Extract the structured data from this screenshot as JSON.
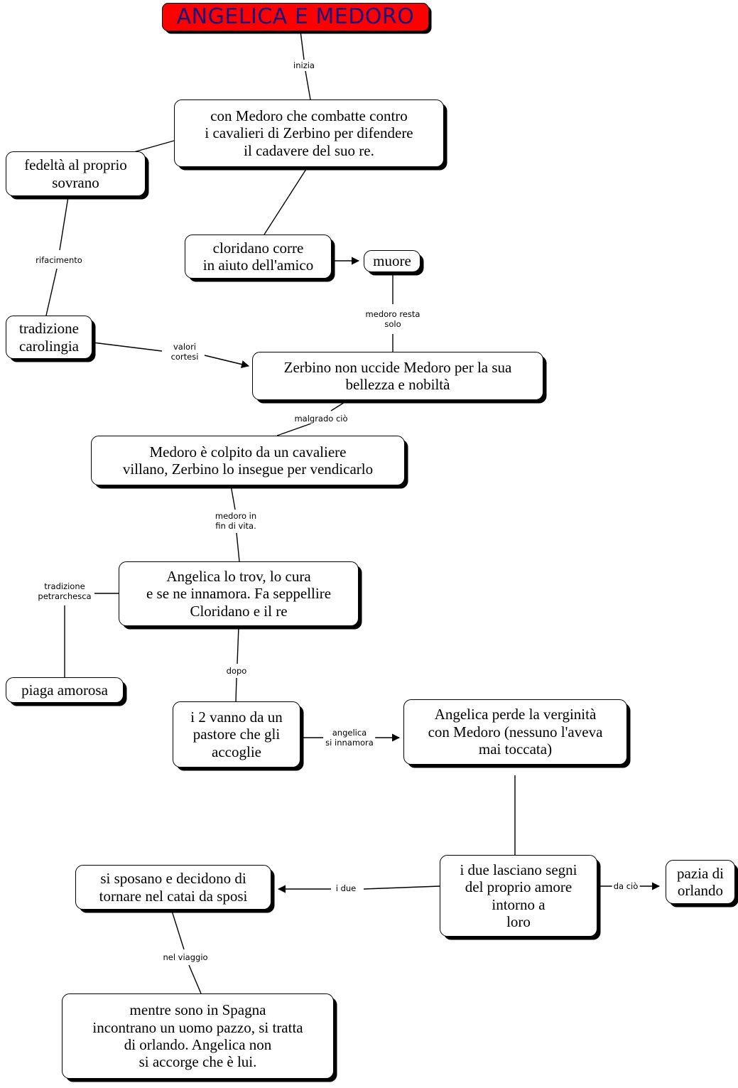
{
  "document": {
    "kind": "concept-map",
    "title": "ANGELICA E MEDORO",
    "background_color": "#ffffff",
    "title_fill_color": "#ff0000",
    "title_text_color": "#15157f",
    "node_border_color": "#000000",
    "node_fill_color": "#ffffff",
    "edge_color": "#000000"
  },
  "nodes": [
    {
      "id": "title",
      "text": "ANGELICA E MEDORO"
    },
    {
      "id": "medoro_combatte",
      "text": "con  Medoro che combatte contro\ni cavalieri di Zerbino per difendere\nil cadavere del suo re."
    },
    {
      "id": "fedelta",
      "text": "fedeltà al proprio\nsovrano"
    },
    {
      "id": "cloridano",
      "text": "cloridano corre\nin aiuto dell'amico"
    },
    {
      "id": "muore",
      "text": "muore"
    },
    {
      "id": "tradizione_car",
      "text": "tradizione\ncarolingia"
    },
    {
      "id": "zerbino_non",
      "text": "Zerbino non uccide Medoro per la sua\nbellezza e nobiltà"
    },
    {
      "id": "medoro_colpito",
      "text": "Medoro è colpito da un cavaliere\nvillano, Zerbino lo insegue per vendicarlo"
    },
    {
      "id": "angelica_cura",
      "text": "Angelica lo trov, lo cura\ne se ne innamora. Fa seppellire\nCloridano e il re"
    },
    {
      "id": "piaga",
      "text": "piaga amorosa"
    },
    {
      "id": "pastore",
      "text": "i 2 vanno da un\npastore che gli\naccoglie"
    },
    {
      "id": "verginita",
      "text": "Angelica perde la verginità\ncon Medoro (nessuno l'aveva\nmai toccata)"
    },
    {
      "id": "segni",
      "text": "i due lasciano segni\ndel proprio amore\nintorno a\nloro"
    },
    {
      "id": "sposano",
      "text": "si sposano e decidono di\ntornare nel catai da sposi"
    },
    {
      "id": "pazia",
      "text": "pazia di\norlando"
    },
    {
      "id": "spagna",
      "text": "mentre sono  in Spagna\nincontrano un uomo pazzo, si tratta\ndi orlando. Angelica non\nsi accorge che è lui."
    }
  ],
  "edge_labels": [
    {
      "id": "inizia",
      "text": "inizia"
    },
    {
      "id": "rifacimento",
      "text": "rifacimento"
    },
    {
      "id": "valori",
      "text": "valori\ncortesi"
    },
    {
      "id": "medoro_resta",
      "text": "medoro resta\nsolo"
    },
    {
      "id": "malgrado",
      "text": "malgrado ciò"
    },
    {
      "id": "fin_di_vita",
      "text": "medoro in\nfin di vita."
    },
    {
      "id": "petrarchesca",
      "text": "tradizione\npetrarchesca"
    },
    {
      "id": "dopo",
      "text": "dopo"
    },
    {
      "id": "angelica_inn",
      "text": "angelica\nsi innamora"
    },
    {
      "id": "i_due",
      "text": "i due"
    },
    {
      "id": "da_cio",
      "text": "da ciò"
    },
    {
      "id": "nel_viaggio",
      "text": "nel viaggio"
    }
  ]
}
